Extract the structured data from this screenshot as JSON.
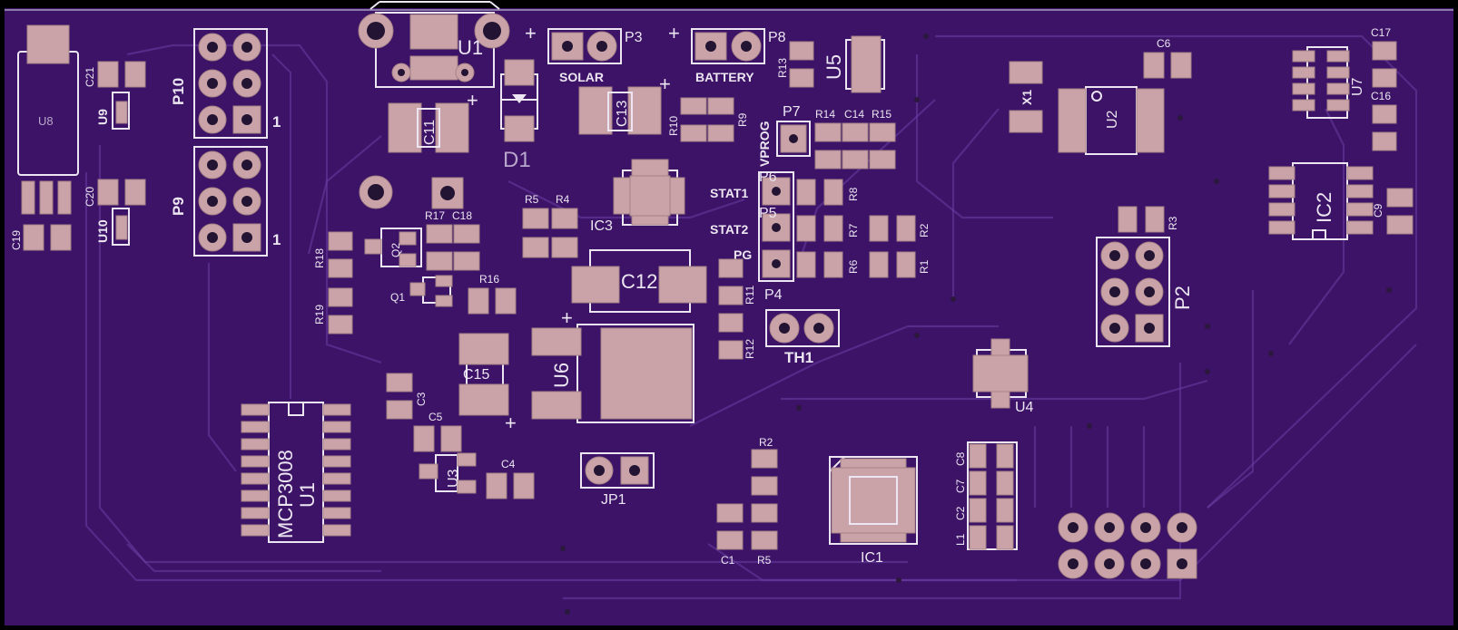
{
  "labels": {
    "u8": "U8",
    "c21": "C21",
    "u9": "U9",
    "c20": "C20",
    "u10": "U10",
    "c19": "C19",
    "p10": "P10",
    "p9": "P9",
    "one_a": "1",
    "one_b": "1",
    "u1_top": "U1",
    "d1": "D1",
    "c11": "C11",
    "c13": "C13",
    "solar": "SOLAR",
    "p3": "P3",
    "battery": "BATTERY",
    "p8": "P8",
    "r10": "R10",
    "r9": "R9",
    "r13": "R13",
    "u5": "U5",
    "vprog": "VPROG",
    "p7": "P7",
    "r14": "R14",
    "c14": "C14",
    "r15": "R15",
    "p6": "P6",
    "stat1": "STAT1",
    "p5": "P5",
    "stat2": "STAT2",
    "pg": "PG",
    "p4": "P4",
    "r8": "R8",
    "r7": "R7",
    "r6": "R6",
    "r2": "R2",
    "r1": "R1",
    "x1": "X1",
    "u2": "U2",
    "c6": "C6",
    "c17": "C17",
    "u7": "U7",
    "c16": "C16",
    "ic2": "IC2",
    "c9": "C9",
    "r3": "R3",
    "p2": "P2",
    "ic3": "IC3",
    "r5_top": "R5",
    "r4": "R4",
    "r17": "R17",
    "c18": "C18",
    "q2": "Q2",
    "r18": "R18",
    "q1": "Q1",
    "r16": "R16",
    "r19": "R19",
    "c12": "C12",
    "r11": "R11",
    "r12": "R12",
    "th1": "TH1",
    "u6": "U6",
    "c15": "C15",
    "c3": "C3",
    "c5": "C5",
    "u3": "U3",
    "c4": "C4",
    "mcp3008": "MCP3008",
    "u1_bottom": "U1",
    "jp1": "JP1",
    "r2_bottom": "R2",
    "c1": "C1",
    "r5_bottom": "R5",
    "ic1": "IC1",
    "c8": "C8",
    "c7": "C7",
    "c2": "C2",
    "l1": "L1",
    "u4": "U4",
    "plus_signs": [
      "+",
      "+",
      "+",
      "+",
      "+",
      "+"
    ]
  },
  "colors": {
    "board": "#3c1366",
    "silkscreen": "#ece6f2",
    "pad": "#c9a3a7",
    "trace": "#6a3ea4"
  }
}
